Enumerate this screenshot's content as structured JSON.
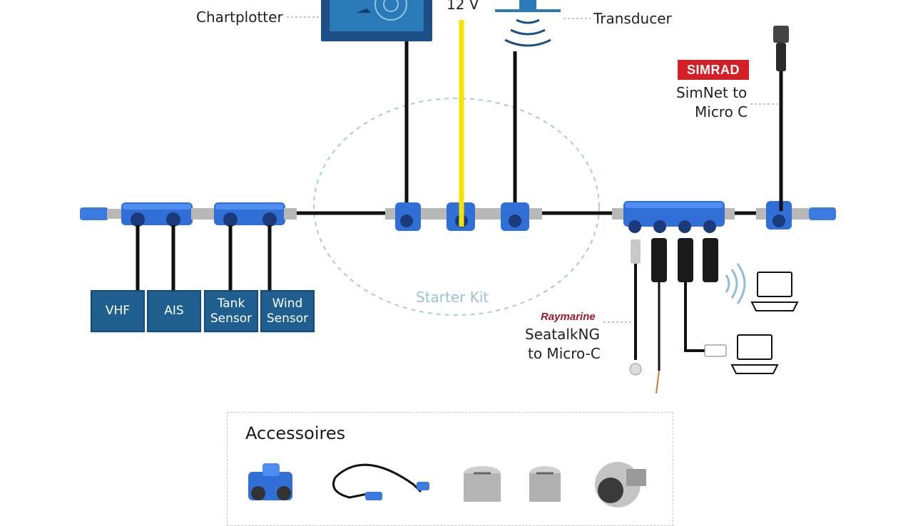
{
  "labels": {
    "chartplotter": "Chartplotter",
    "power": "12 V",
    "transducer": "Transducer",
    "simnet_line1": "SimNet to",
    "simnet_line2": "Micro C",
    "seatalk_line1": "SeatalkNG",
    "seatalk_line2": "to Micro-C",
    "starter_kit": "Starter Kit"
  },
  "brands": {
    "simrad": "SIMRAD",
    "raymarine": "Raymarine"
  },
  "devices": [
    {
      "line1": "VHF",
      "line2": ""
    },
    {
      "line1": "AIS",
      "line2": ""
    },
    {
      "line1": "Tank",
      "line2": "Sensor"
    },
    {
      "line1": "Wind",
      "line2": "Sensor"
    }
  ],
  "accessories": {
    "title": "Accessoires"
  },
  "colors": {
    "connector_blue": "#2f6fd6",
    "device_box": "#1f5f8f",
    "power_yellow": "#f5e400",
    "cable": "#111111",
    "simrad_red": "#d41f26",
    "raymarine_red": "#a01830",
    "starter_ring": "#a9cbd8"
  }
}
